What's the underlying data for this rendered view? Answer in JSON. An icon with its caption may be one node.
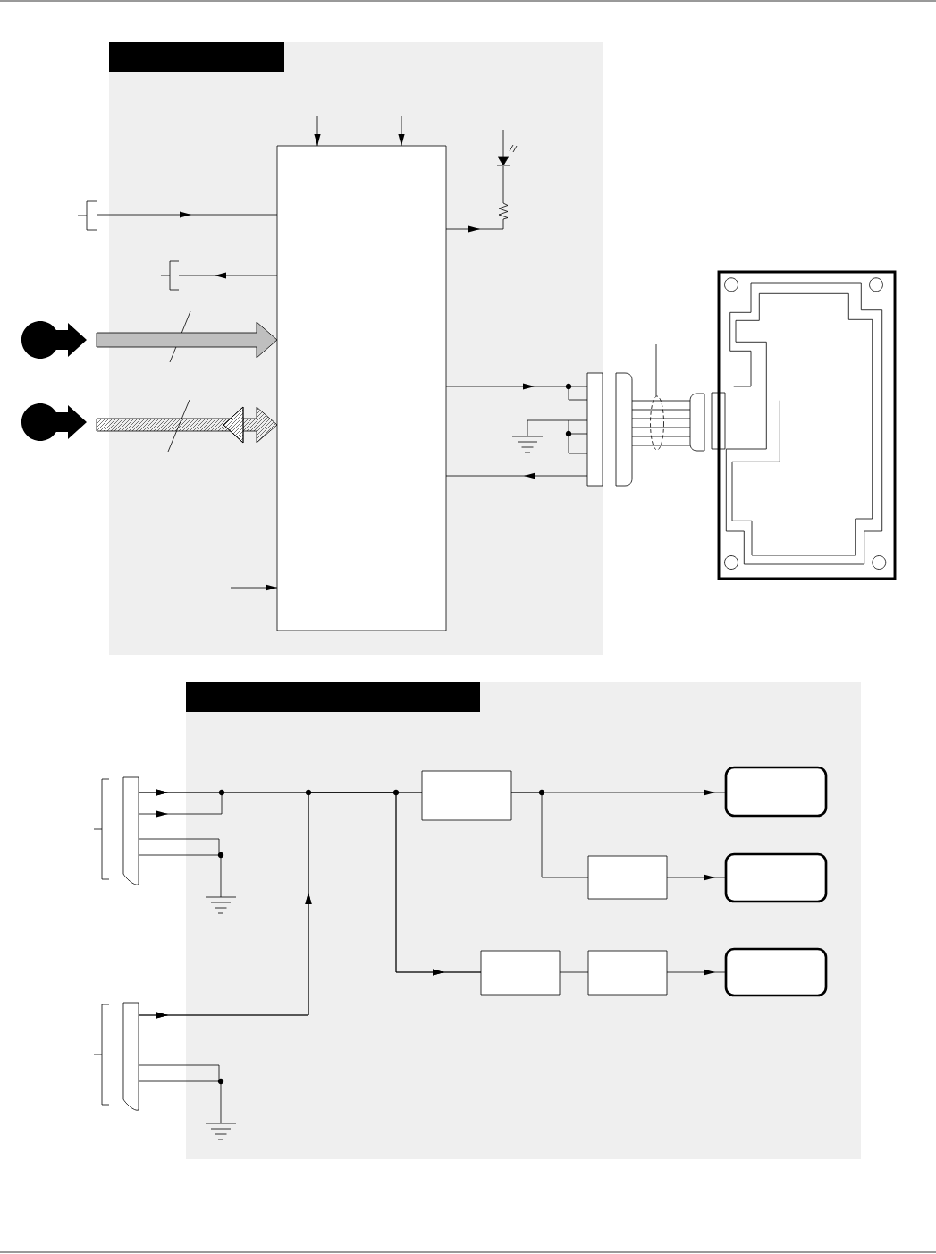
{
  "diagram": {
    "nodes": [
      {
        "text": [],
        "shape": "box"
      },
      {
        "text": [],
        "shape": "bar",
        "in": 0
      },
      {
        "text": [],
        "shape": "box",
        "in": 0
      },
      {
        "text": [],
        "shape": "bracket"
      },
      {
        "text": [],
        "shape": "bracket",
        "in": 0
      },
      {
        "text": [],
        "shape": "box",
        "in": 0
      },
      {
        "text": [],
        "shape": "box"
      },
      {
        "text": [],
        "shape": "box"
      },
      {
        "text": [],
        "shape": "box"
      },
      {
        "text": [],
        "shape": "box"
      },
      {
        "text": [],
        "shape": "resistor",
        "in": 0
      },
      {
        "text": [],
        "shape": "diode",
        "in": 0
      },
      {
        "text": [],
        "shape": "ground",
        "in": 0
      },
      {
        "text": [],
        "shape": "box"
      },
      {
        "text": [],
        "shape": "bar",
        "in": 13
      },
      {
        "text": [],
        "shape": "box"
      },
      {
        "text": [],
        "shape": "ground",
        "in": 13
      },
      {
        "text": [],
        "shape": "box"
      },
      {
        "text": [],
        "shape": "ground",
        "in": 13
      },
      {
        "text": [],
        "shape": "box",
        "in": 13
      },
      {
        "text": [],
        "shape": "box",
        "in": 13
      },
      {
        "text": [],
        "shape": "box",
        "in": 13
      },
      {
        "text": [],
        "shape": "box",
        "in": 13
      },
      {
        "text": [],
        "shape": "box",
        "in": 13
      },
      {
        "text": [],
        "shape": "box",
        "in": 13
      },
      {
        "text": [],
        "shape": "box",
        "in": 13
      }
    ],
    "edges": [
      {
        "from": null,
        "to": 2,
        "arrow": "to"
      },
      {
        "from": null,
        "to": 2,
        "arrow": "to"
      },
      {
        "from": 3,
        "to": 2,
        "arrow": "to"
      },
      {
        "from": 2,
        "to": 4,
        "arrow": "to"
      },
      {
        "from": null,
        "to": 2,
        "arrow": "to",
        "style": "thick",
        "color": "#bfbfbf"
      },
      {
        "from": null,
        "to": 2,
        "arrow": "to",
        "style": "thick"
      },
      {
        "from": null,
        "to": 2,
        "arrow": "to"
      },
      {
        "from": 2,
        "to": 10,
        "arrow": "to"
      },
      {
        "from": 10,
        "to": 11,
        "arrow": "none"
      },
      {
        "from": 2,
        "to": 5,
        "arrow": "to"
      },
      {
        "from": 5,
        "to": 2,
        "arrow": "to"
      },
      {
        "from": 12,
        "to": 5,
        "arrow": "none"
      },
      {
        "from": 6,
        "to": 7,
        "arrow": "none"
      },
      {
        "from": 6,
        "to": 7,
        "arrow": "none"
      },
      {
        "from": 6,
        "to": 7,
        "arrow": "none"
      },
      {
        "from": 6,
        "to": 7,
        "arrow": "none"
      },
      {
        "from": 6,
        "to": 7,
        "arrow": "none"
      },
      {
        "from": 6,
        "to": 7,
        "arrow": "none"
      },
      {
        "from": 15,
        "to": 19,
        "arrow": "to"
      },
      {
        "from": 15,
        "to": 23,
        "arrow": "to"
      },
      {
        "from": 17,
        "to": 19,
        "arrow": "to"
      },
      {
        "from": 17,
        "to": 23,
        "arrow": "to"
      },
      {
        "from": 15,
        "to": 16,
        "arrow": "none"
      },
      {
        "from": 17,
        "to": 18,
        "arrow": "none"
      },
      {
        "from": 19,
        "to": 20,
        "arrow": "to"
      },
      {
        "from": 19,
        "to": 21,
        "arrow": "none"
      },
      {
        "from": 21,
        "to": 22,
        "arrow": "to"
      },
      {
        "from": 23,
        "to": 24,
        "arrow": "none"
      },
      {
        "from": 24,
        "to": 25,
        "arrow": "to"
      }
    ]
  }
}
